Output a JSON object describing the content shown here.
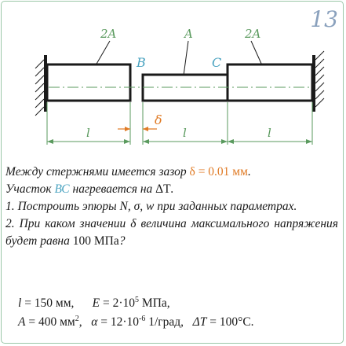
{
  "problem_number": "13",
  "diagram": {
    "label_left_area": "2A",
    "label_mid_area": "A",
    "label_right_area": "2A",
    "label_B": "B",
    "label_C": "C",
    "label_delta": "δ",
    "dim_l1": "l",
    "dim_l2": "l",
    "dim_l3": "l",
    "colors": {
      "bar": "#1a1a1a",
      "dims": "#5a9a5e",
      "points": "#4aa3c0",
      "gap": "#e07a24"
    }
  },
  "text": {
    "p1_a": "Между стержнями имеется зазор ",
    "p1_delta": "δ = 0.01 мм",
    "p1_end": ".",
    "p2_a": "Участок ",
    "p2_bc": "ВС",
    "p2_b": " нагревается на ",
    "p2_dt": "ΔТ",
    "p2_end": ".",
    "p3": "1. Построить эпюры N, σ, w при заданных параметрах.",
    "p4_a": "2. При каком значении δ величина максимального напряжения будет равна ",
    "p4_val": "100 МПа",
    "p4_end": "?"
  },
  "params": {
    "l_sym": "l",
    "l_val": " = 150 мм,",
    "e_sym": "E",
    "e_val": " = 2·10",
    "e_exp": "5",
    "e_unit": " МПа,",
    "a_sym": "A",
    "a_val": " = 400 мм",
    "a_exp": "2",
    "a_end": ",",
    "alpha_sym": "α",
    "alpha_val": " = 12·10",
    "alpha_exp": "-6",
    "alpha_unit": " 1/град,",
    "dt_sym": "ΔT",
    "dt_val": " = 100°C."
  }
}
